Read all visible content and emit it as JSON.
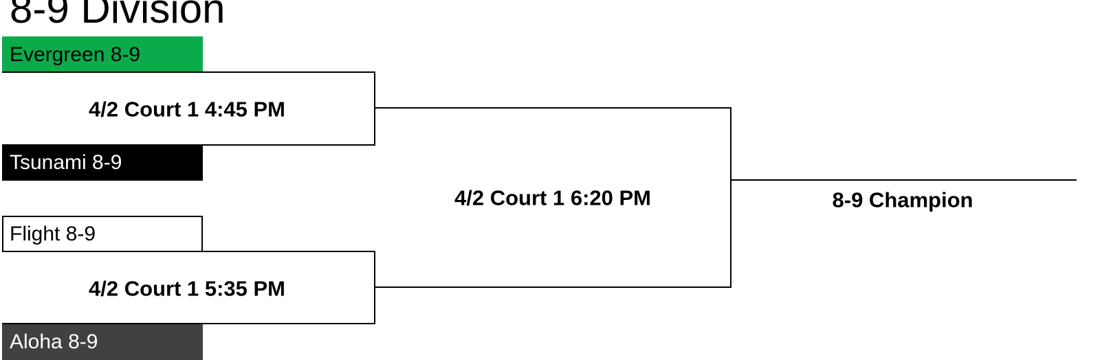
{
  "title": "8-9 Division",
  "colors": {
    "evergreen": "#0bab4b",
    "tsunami": "#000000",
    "flight": "#ffffff",
    "aloha": "#414141",
    "line": "#000000"
  },
  "teams": [
    {
      "name": "Evergreen 8-9",
      "bg": "#0bab4b",
      "fg": "#000000"
    },
    {
      "name": "Tsunami 8-9",
      "bg": "#000000",
      "fg": "#ffffff"
    },
    {
      "name": "Flight 8-9",
      "bg": "#ffffff",
      "fg": "#000000"
    },
    {
      "name": "Aloha 8-9",
      "bg": "#414141",
      "fg": "#ffffff"
    }
  ],
  "games": {
    "semifinal_1": "4/2 Court 1 4:45 PM",
    "semifinal_2": "4/2 Court 1 5:35 PM",
    "final": "4/2 Court 1 6:20 PM"
  },
  "champion_label": "8-9 Champion"
}
